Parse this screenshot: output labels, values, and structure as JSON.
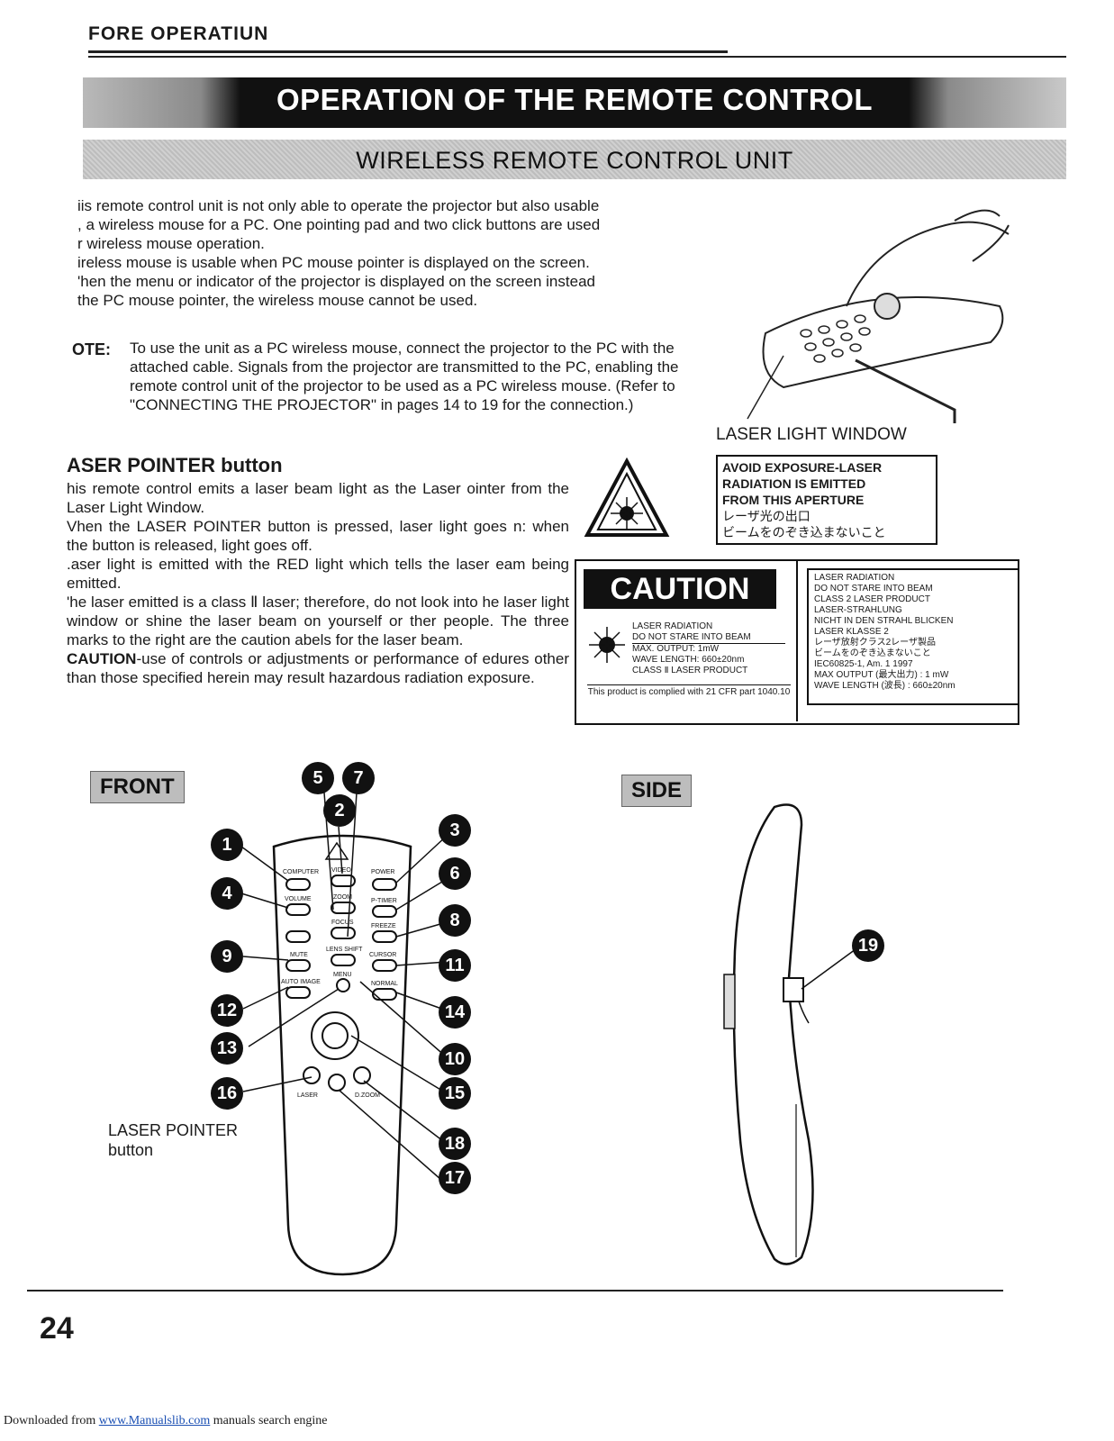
{
  "header": {
    "section_label": "FORE OPERATIUN",
    "title": "OPERATION OF THE REMOTE CONTROL",
    "subtitle": "WIRELESS REMOTE CONTROL UNIT"
  },
  "intro": {
    "lines": [
      "iis remote control unit is not only able to operate the projector but also usable",
      ", a wireless mouse for a PC. One pointing pad and two click buttons are used",
      "r wireless mouse operation.",
      "ireless mouse is usable when PC mouse pointer is displayed on the screen.",
      "'hen the menu or indicator of the projector is displayed on the screen instead",
      " the PC mouse pointer, the wireless mouse cannot be used."
    ]
  },
  "note": {
    "label": "OTE:",
    "text": "To use the unit as a PC wireless mouse, connect the projector to the PC with the attached cable. Signals from the projector are transmitted to the PC, enabling the remote control unit of the projector to be used as a PC wireless mouse. (Refer to \"CONNECTING THE PROJECTOR\" in pages 14 to 19 for the connection.)"
  },
  "laser_section": {
    "title": "ASER POINTER button",
    "paragraphs": [
      "his remote control emits a laser beam light as the Laser ointer from the Laser Light Window.",
      "Vhen the LASER POINTER button is pressed, laser light goes n: when the button is released, light goes off.",
      ".aser light is emitted with the RED light which tells the laser eam being emitted.",
      "'he laser emitted is a class Ⅱ laser; therefore, do not look into he laser light window or shine the laser beam on yourself or ther people. The three marks to the right are the caution abels for the laser beam."
    ],
    "caution_word": "CAUTION",
    "caution_text": "-use of controls or adjustments or performance of edures other than those specified herein may result hazardous radiation exposure."
  },
  "labels": {
    "laser_light_window": "LASER LIGHT WINDOW",
    "avoid_lines": [
      "AVOID EXPOSURE-LASER",
      "RADIATION IS EMITTED",
      "FROM THIS APERTURE",
      "レーザ光の出口",
      "ビームをのぞき込まないこと"
    ],
    "caution_sign": "CAUTION",
    "caution_lines": [
      "LASER RADIATION",
      "DO NOT STARE INTO BEAM",
      "MAX. OUTPUT: 1mW",
      "WAVE LENGTH: 660±20nm",
      "CLASS Ⅱ LASER PRODUCT"
    ],
    "cfr_text": "This product is complied with 21 CFR part 1040.10",
    "class_lines": [
      "LASER RADIATION",
      "DO NOT STARE INTO BEAM",
      "CLASS 2 LASER PRODUCT",
      "LASER-STRAHLUNG",
      "NICHT IN DEN STRAHL BLICKEN",
      "LASER KLASSE 2",
      "レーザ放射クラス2レーザ製品",
      "ビームをのぞき込まないこと",
      "IEC60825-1, Am. 1 1997",
      "MAX OUTPUT (最大出力) : 1 mW",
      "WAVE LENGTH (波長) : 660±20nm"
    ]
  },
  "figure": {
    "front_tag": "FRONT",
    "side_tag": "SIDE",
    "laser_pointer_label": [
      "LASER POINTER",
      "button"
    ],
    "remote_buttons": [
      "COMPUTER",
      "VIDEO",
      "POWER",
      "VOLUME",
      "ZOOM",
      "P-TIMER",
      "FOCUS",
      "FREEZE",
      "MUTE",
      "LENS SHIFT",
      "CURSOR",
      "AUTO IMAGE",
      "MENU",
      "NORMAL",
      "LASER",
      "D.ZOOM"
    ],
    "callouts": [
      "1",
      "2",
      "3",
      "4",
      "5",
      "6",
      "7",
      "8",
      "9",
      "10",
      "11",
      "12",
      "13",
      "14",
      "15",
      "16",
      "17",
      "18",
      "19"
    ]
  },
  "page_number": "24",
  "footer": {
    "prefix": "Downloaded from ",
    "link": "www.Manualslib.com",
    "suffix": " manuals search engine"
  }
}
